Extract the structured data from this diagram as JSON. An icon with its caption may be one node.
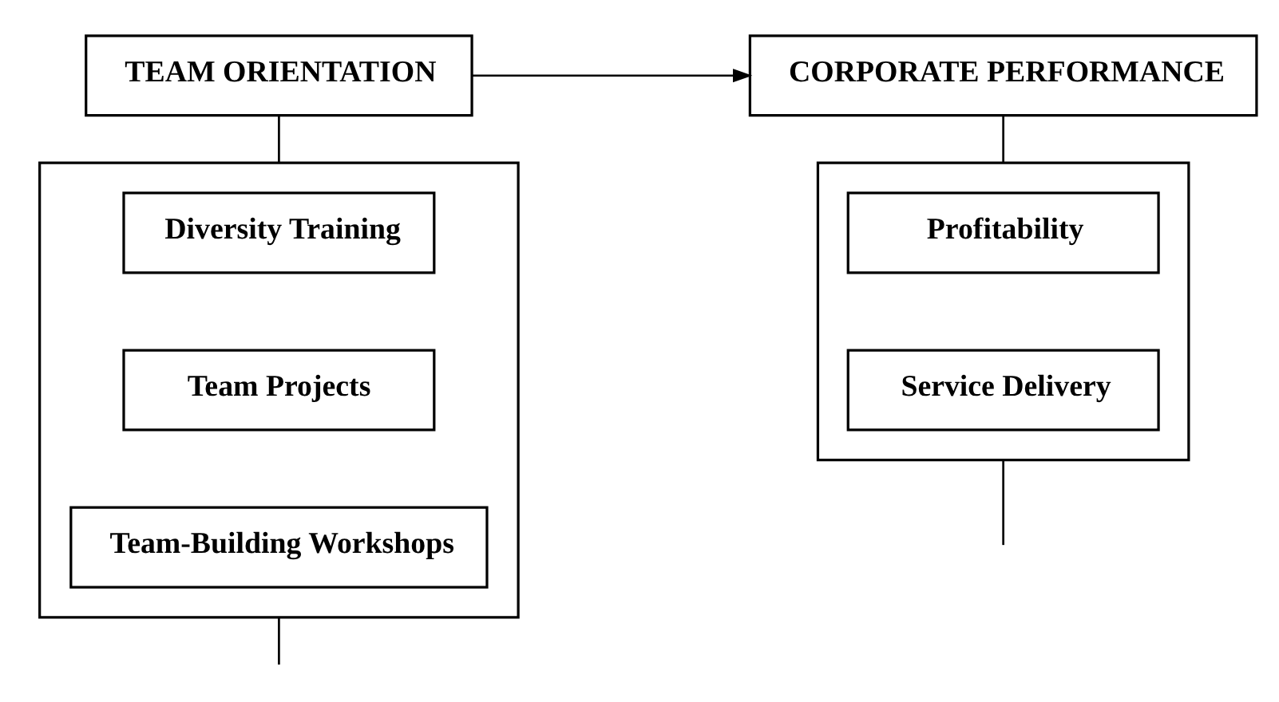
{
  "diagram": {
    "nodes": [
      {
        "text": [
          "TEAM ORIENTATION"
        ]
      },
      {
        "text": [
          "CORPORATE PERFORMANCE"
        ]
      },
      {
        "text": [],
        "shape": "box"
      },
      {
        "text": [
          "Diversity Training"
        ],
        "in": 2
      },
      {
        "text": [
          "Team Projects"
        ],
        "in": 2
      },
      {
        "text": [
          "Team-Building Workshops"
        ],
        "in": 2
      },
      {
        "text": [],
        "shape": "box"
      },
      {
        "text": [
          "Profitability"
        ],
        "in": 6
      },
      {
        "text": [
          "Service Delivery"
        ],
        "in": 6
      }
    ],
    "edges": [
      {
        "from": 0,
        "to": 1,
        "arrow": "to"
      },
      {
        "from": 0,
        "to": 2,
        "arrow": "none"
      },
      {
        "from": 1,
        "to": 6,
        "arrow": "none"
      },
      {
        "from": 2,
        "to": null,
        "arrow": "none"
      },
      {
        "from": 6,
        "to": null,
        "arrow": "none"
      }
    ]
  }
}
